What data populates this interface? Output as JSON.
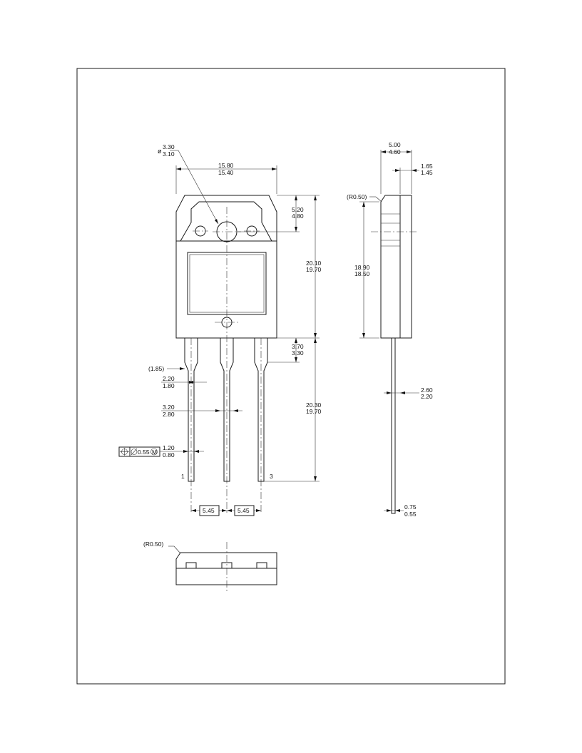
{
  "front_view": {
    "hole_dia_max": "3.30",
    "hole_dia_min": "3.10",
    "dia_symbol": "ø",
    "width_max": "15.80",
    "width_min": "15.40",
    "tab_to_hole_max": "5.20",
    "tab_to_hole_min": "4.80",
    "body_height_max": "20.10",
    "body_height_min": "19.70",
    "lead_shoulder_max": "3.70",
    "lead_shoulder_min": "3.30",
    "lead_length_max": "20.30",
    "lead_length_min": "19.70",
    "ref_dim": "(1.85)",
    "shoulder_width_max": "2.20",
    "shoulder_width_min": "1.80",
    "center_lead_width_max": "3.20",
    "center_lead_width_min": "2.80",
    "lead_width_max": "1.20",
    "lead_width_min": "0.80",
    "tolerance_value": "0.55",
    "pin_1": "1",
    "pin_3": "3",
    "pitch_1": "5.45",
    "pitch_2": "5.45"
  },
  "side_view": {
    "thickness_max": "5.00",
    "thickness_min": "4.60",
    "tab_thickness_max": "1.65",
    "tab_thickness_min": "1.45",
    "radius": "(R0.50)",
    "height_max": "18.90",
    "height_min": "18.50",
    "lead_offset_max": "2.60",
    "lead_offset_min": "2.20",
    "lead_thickness_max": "0.75",
    "lead_thickness_min": "0.55"
  },
  "bottom_view": {
    "radius": "(R0.50)"
  }
}
